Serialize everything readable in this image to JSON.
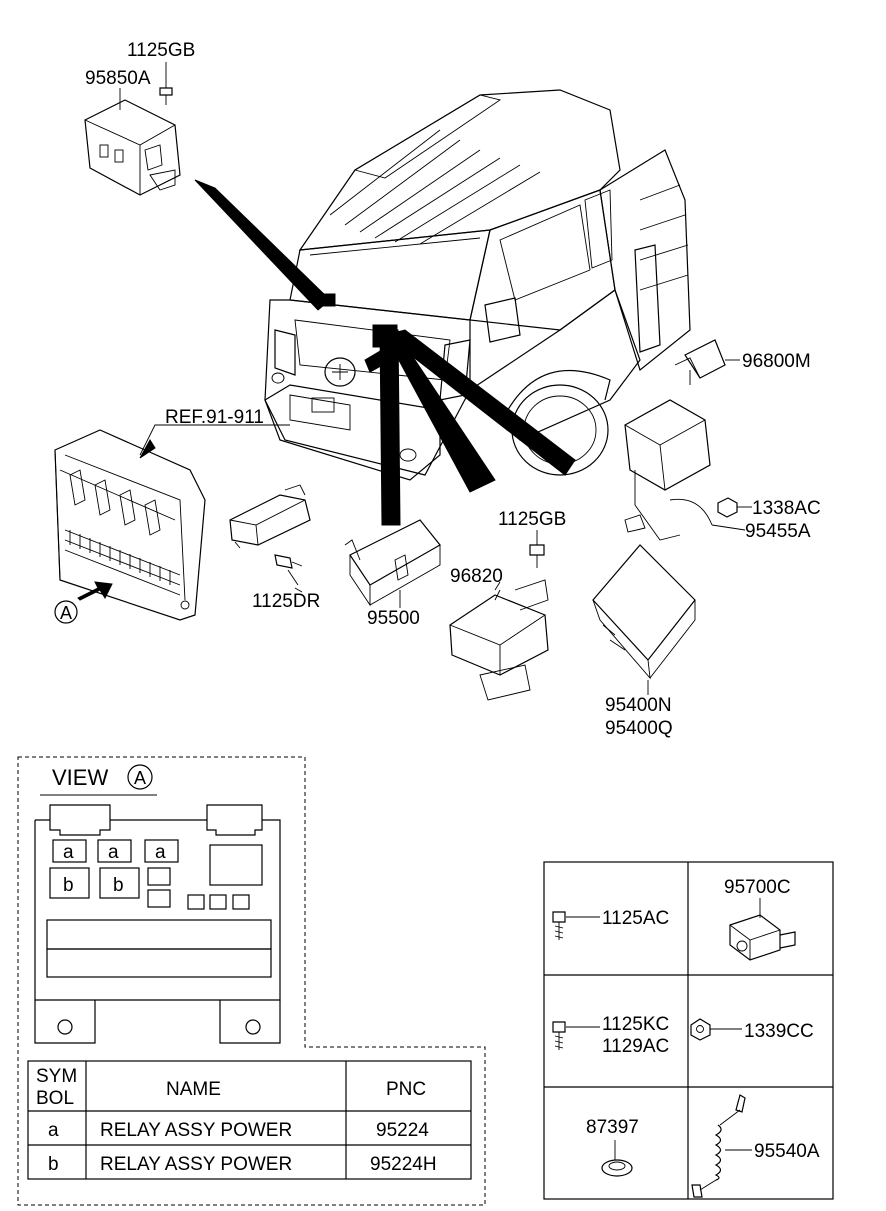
{
  "part_labels": {
    "p1125GB_top": "1125GB",
    "p95850A": "95850A",
    "pREF": "REF.91-911",
    "p96800M": "96800M",
    "p1338AC": "1338AC",
    "p95455A": "95455A",
    "p1125GB_mid": "1125GB",
    "p96820": "96820",
    "p1125DR": "1125DR",
    "p95500": "95500",
    "p95400N": "95400N",
    "p95400Q": "95400Q"
  },
  "callout_A": "A",
  "view": {
    "title": "VIEW",
    "circle_letter": "A",
    "relay_a": "a",
    "relay_b": "b"
  },
  "table": {
    "headers": {
      "sym_line1": "SYM",
      "sym_line2": "BOL",
      "name": "NAME",
      "pnc": "PNC"
    },
    "rows": [
      {
        "symbol": "a",
        "name": "RELAY ASSY POWER",
        "pnc": "95224"
      },
      {
        "symbol": "b",
        "name": "RELAY ASSY POWER",
        "pnc": "95224H"
      }
    ]
  },
  "grid_parts": {
    "p1125AC": "1125AC",
    "p95700C": "95700C",
    "p1125KC": "1125KC",
    "p1129AC": "1129AC",
    "p1339CC": "1339CC",
    "p87397": "87397",
    "p95540A": "95540A"
  }
}
